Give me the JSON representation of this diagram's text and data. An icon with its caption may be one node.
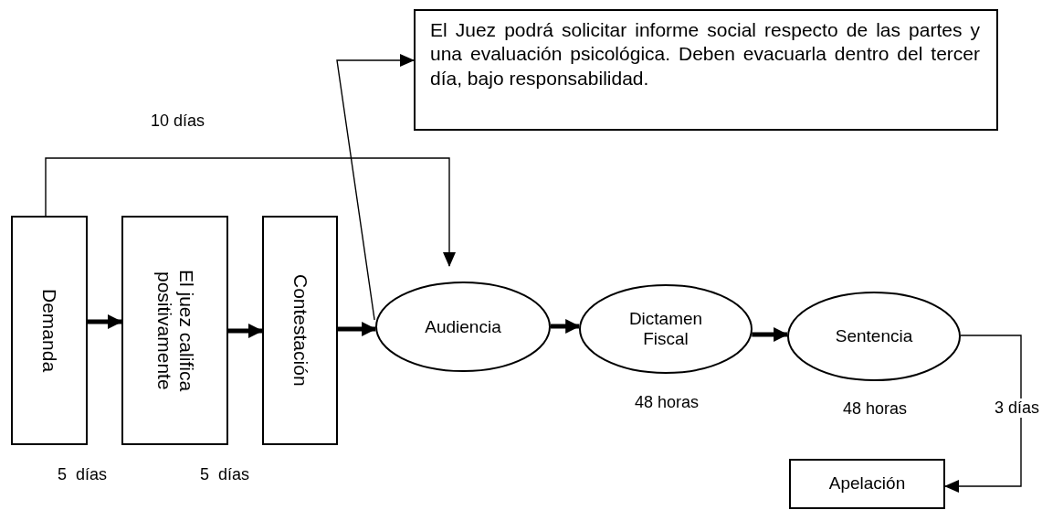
{
  "diagram": {
    "nodes": [
      {
        "text": [
          "Demanda"
        ]
      },
      {
        "text": [
          "El juez califica positivamente"
        ]
      },
      {
        "text": [
          "Contestación"
        ]
      },
      {
        "text": [
          "Audiencia"
        ]
      },
      {
        "text": [
          "Dictamen Fiscal"
        ],
        "beside": [
          "48 horas"
        ]
      },
      {
        "text": [
          "Sentencia"
        ],
        "beside": [
          "48 horas"
        ]
      },
      {
        "text": [
          "El Juez podrá solicitar informe social respecto de las partes y una evaluación psicológica. Deben evacuarla dentro del tercer día, bajo responsabilidad."
        ]
      },
      {
        "text": [
          "Apelación"
        ]
      }
    ],
    "edges": [
      {
        "from": 0,
        "to": 1,
        "arrow": "to"
      },
      {
        "from": 1,
        "to": 2,
        "arrow": "to"
      },
      {
        "from": 2,
        "to": 3,
        "arrow": "to"
      },
      {
        "from": 3,
        "to": 4,
        "arrow": "to"
      },
      {
        "from": 4,
        "to": 5,
        "arrow": "to"
      },
      {
        "from": 0,
        "to": 3,
        "arrow": "to",
        "label": "10 días"
      },
      {
        "from": 3,
        "to": 6,
        "arrow": "to"
      },
      {
        "from": 5,
        "to": 7,
        "arrow": "to",
        "label": "3 días"
      }
    ],
    "labels": [
      "5  días",
      "5  días"
    ]
  }
}
